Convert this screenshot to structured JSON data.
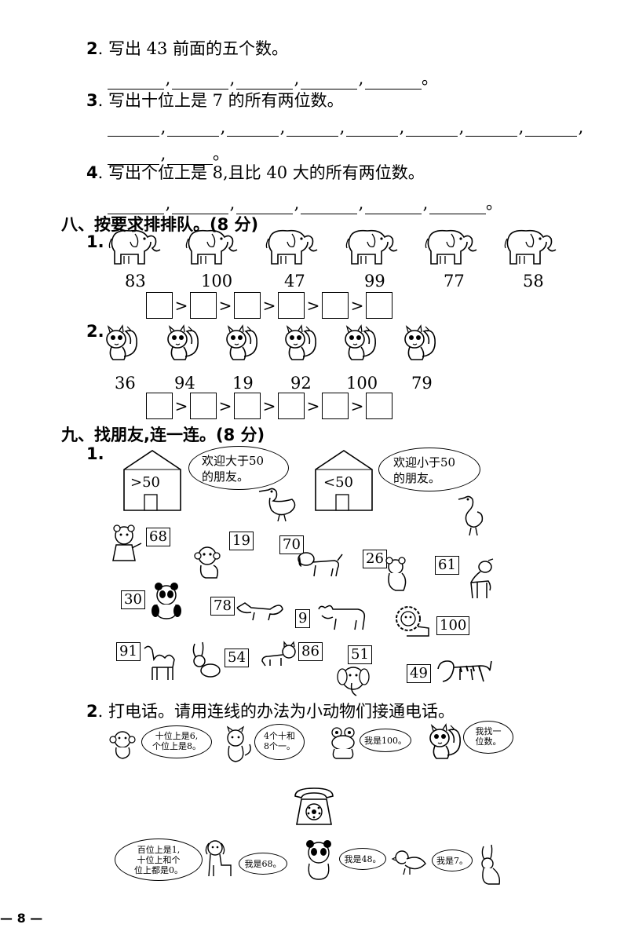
{
  "q2": {
    "num": "2",
    "text": ". 写出 43 前面的五个数。",
    "end": "。"
  },
  "q3": {
    "num": "3",
    "text": ". 写出十位上是 7 的所有两位数。",
    "end": "。"
  },
  "q4": {
    "num": "4",
    "text": ". 写出个位上是 8,且比 40 大的所有两位数。",
    "end": "。"
  },
  "sec8": {
    "title": "八、按要求排排队。(8 分)",
    "p1": "1.",
    "p2": "2.",
    "elephants": [
      "83",
      "100",
      "47",
      "99",
      "77",
      "58"
    ],
    "squirrels": [
      "36",
      "94",
      "19",
      "92",
      "100",
      "79"
    ],
    "gt": ">"
  },
  "sec9": {
    "title": "九、找朋友,连一连。(8 分)",
    "p1": "1.",
    "house1": ">50",
    "house2": "<50",
    "bubble1": [
      "欢迎大于50",
      "的朋友。"
    ],
    "bubble2": [
      "欢迎小于50",
      "的朋友。"
    ],
    "tags": [
      "68",
      "19",
      "70",
      "26",
      "61",
      "30",
      "78",
      "9",
      "100",
      "91",
      "54",
      "86",
      "51",
      "49"
    ]
  },
  "q9_2": {
    "num": "2",
    "text": ". 打电话。请用连线的办法为小动物们接通电话。",
    "top": [
      [
        "十位上是6,",
        "个位上是8。"
      ],
      [
        "4个十和",
        "8个一。"
      ],
      [
        "我是100。"
      ],
      [
        "我找一",
        "位数。"
      ]
    ],
    "bottom": [
      [
        "百位上是1,",
        "十位上和个",
        "位上都是0。"
      ],
      [
        "我是68。"
      ],
      [
        "我是48。"
      ],
      [
        "我是7。"
      ]
    ]
  },
  "page": {
    "number": "— 8 —"
  }
}
